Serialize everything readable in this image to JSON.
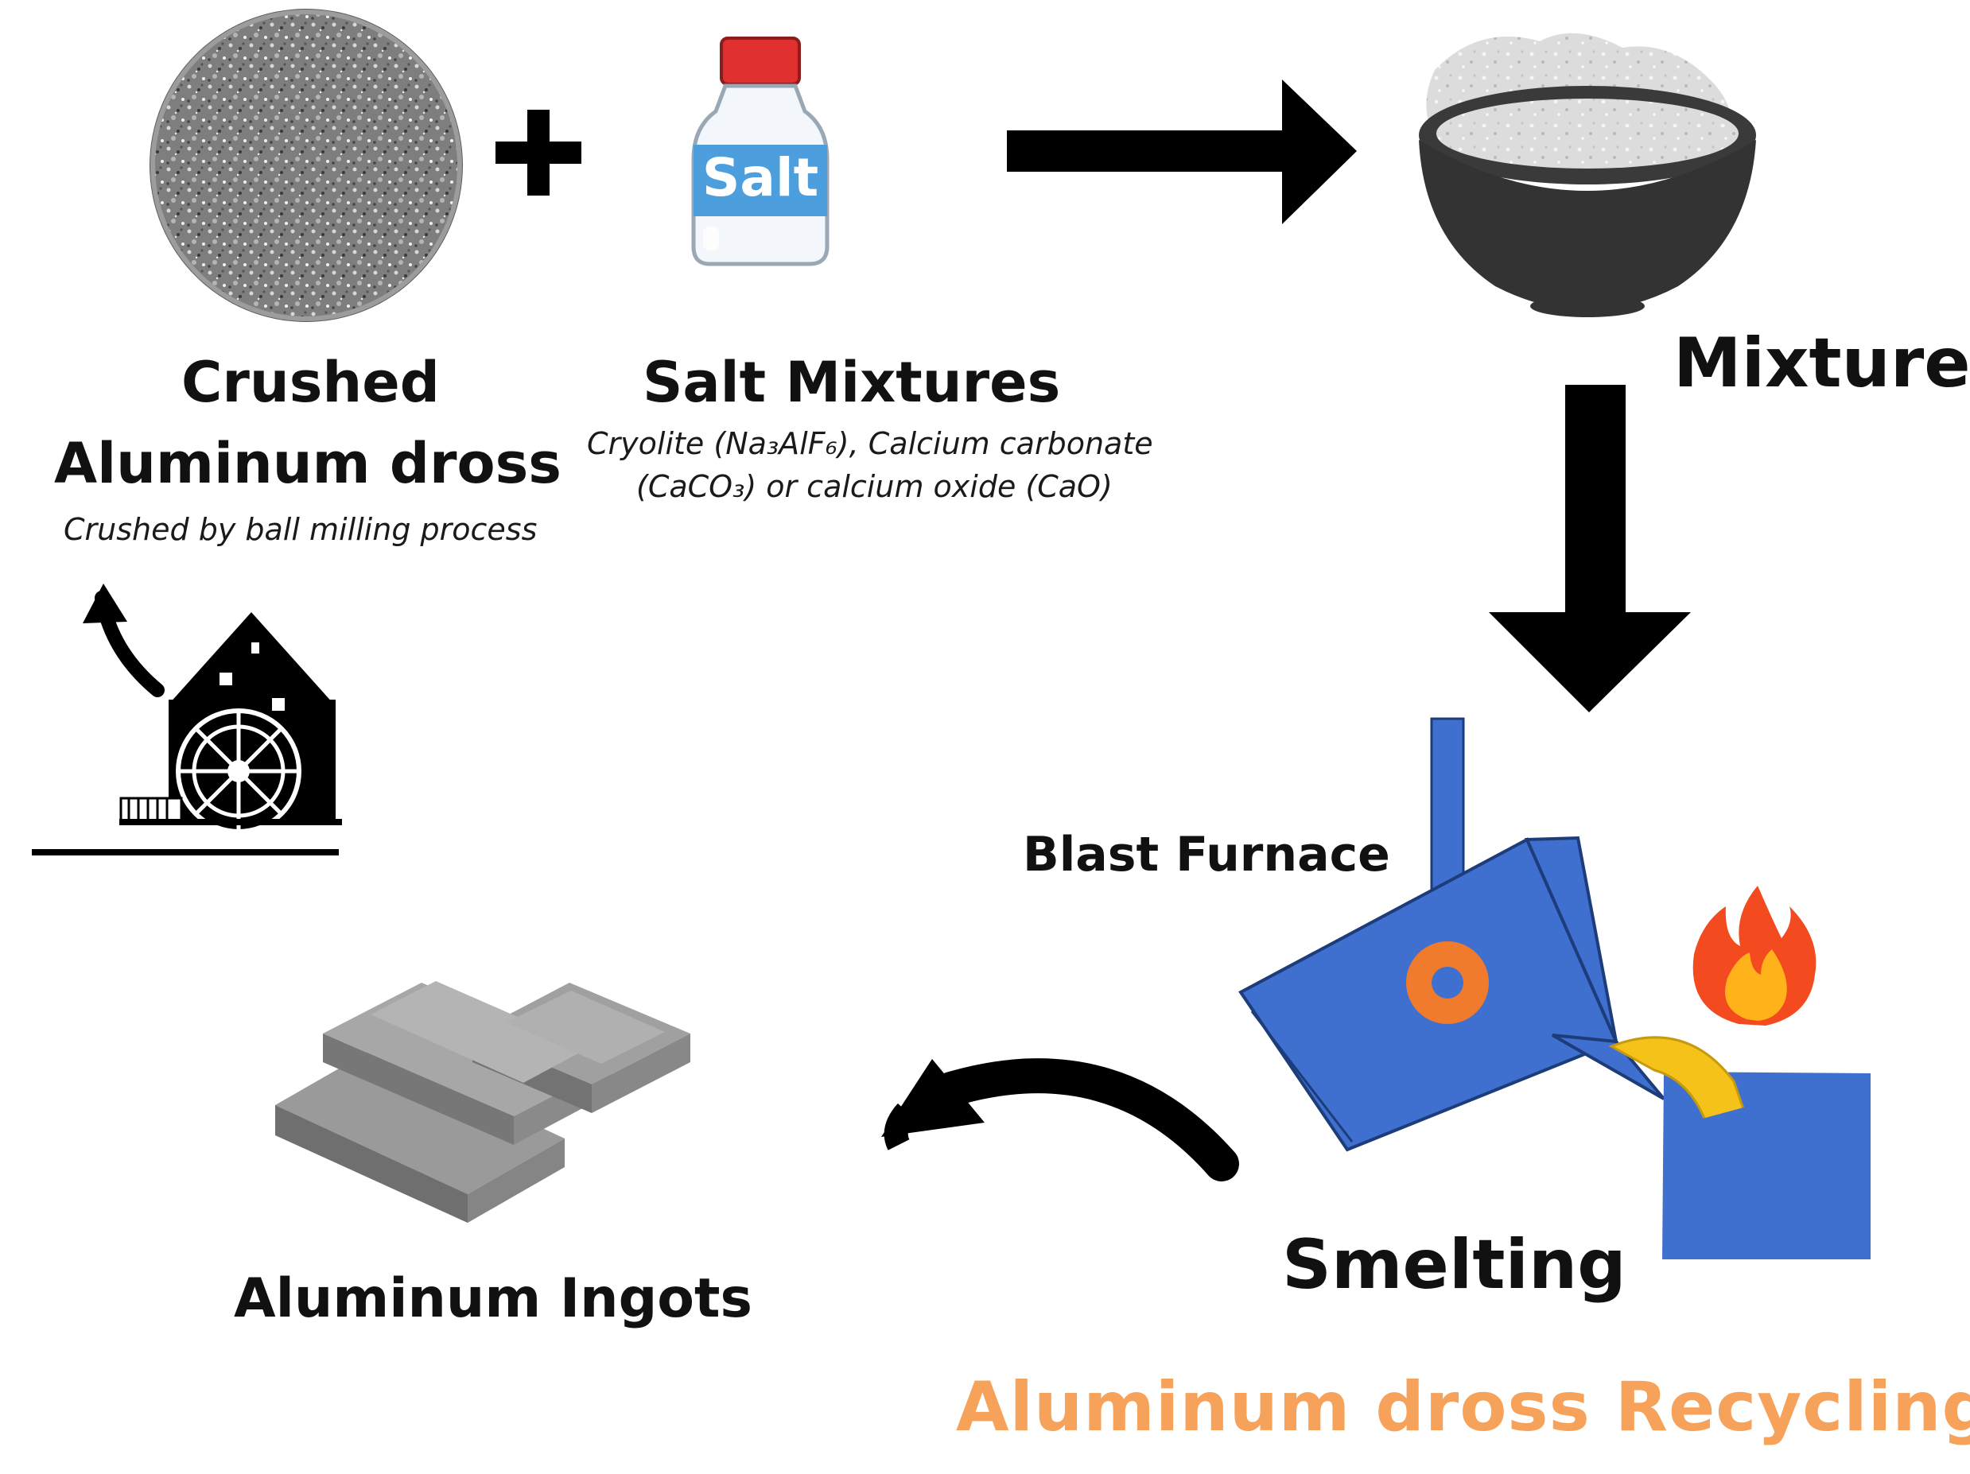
{
  "labels": {
    "dross_line1": "Crushed",
    "dross_line2": "Aluminum dross",
    "dross_caption": "Crushed by ball milling process",
    "salt_bottle_text": "Salt",
    "salt_title": "Salt Mixtures",
    "salt_caption_line1": "Cryolite (Na₃AlF₆), Calcium carbonate",
    "salt_caption_line2": "(CaCO₃) or calcium oxide (CaO)",
    "mixture": "Mixture",
    "blast_furnace": "Blast Furnace",
    "smelting": "Smelting",
    "ingots": "Aluminum Ingots",
    "title": "Aluminum dross Recycling"
  },
  "colors": {
    "title": "#f7a25a",
    "furnace": "#3f6fcf",
    "ring": "#f07b2c",
    "molten": "#f5c21a",
    "bowl": "#333333",
    "dross": "#8a8a8a",
    "salt_band": "#4c9fdc",
    "salt_cap": "#e03030"
  },
  "icons": [
    "plus-icon",
    "salt-bottle-icon",
    "bowl-icon",
    "watermill-icon",
    "furnace-icon",
    "fire-icon",
    "ingots-icon"
  ]
}
